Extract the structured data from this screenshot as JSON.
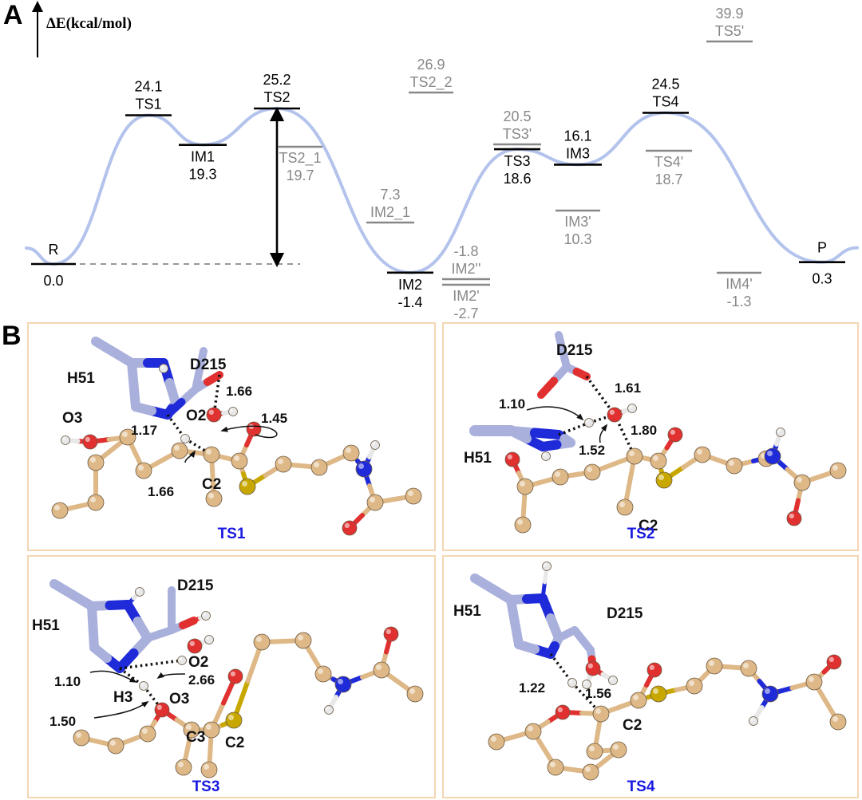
{
  "panel_a": {
    "letter": "A",
    "axis_label": "ΔE(kcal/mol)",
    "colors": {
      "main_path": "#b3c3ec",
      "main_level": "#000000",
      "alt_level": "#888888"
    },
    "main_levels": [
      {
        "id": "R",
        "name": "R",
        "energy": "0.0"
      },
      {
        "id": "TS1",
        "name": "TS1",
        "energy": "24.1"
      },
      {
        "id": "IM1",
        "name": "IM1",
        "energy": "19.3"
      },
      {
        "id": "TS2",
        "name": "TS2",
        "energy": "25.2"
      },
      {
        "id": "IM2",
        "name": "IM2",
        "energy": "-1.4"
      },
      {
        "id": "TS3",
        "name": "TS3",
        "energy": "18.6"
      },
      {
        "id": "IM3",
        "name": "IM3",
        "energy": "16.1"
      },
      {
        "id": "TS4",
        "name": "TS4",
        "energy": "24.5"
      },
      {
        "id": "P",
        "name": "P",
        "energy": "0.3"
      }
    ],
    "alt_levels": [
      {
        "id": "TS2_1",
        "name": "TS2_1",
        "energy": "19.7"
      },
      {
        "id": "TS2_2",
        "name": "TS2_2",
        "energy": "26.9"
      },
      {
        "id": "IM2_1",
        "name": "IM2_1",
        "energy": "7.3"
      },
      {
        "id": "IM2pp",
        "name": "IM2''",
        "energy": "-1.8"
      },
      {
        "id": "IM2p",
        "name": "IM2'",
        "energy": "-2.7"
      },
      {
        "id": "TS3p",
        "name": "TS3'",
        "energy": "20.5"
      },
      {
        "id": "IM3p",
        "name": "IM3'",
        "energy": "10.3"
      },
      {
        "id": "TS4p",
        "name": "TS4'",
        "energy": "18.7"
      },
      {
        "id": "IM4p",
        "name": "IM4'",
        "energy": "-1.3"
      },
      {
        "id": "TS5p",
        "name": "TS5'",
        "energy": "39.9"
      }
    ]
  },
  "panel_b": {
    "letter": "B",
    "colors": {
      "carbon": "#deb887",
      "nitrogen": "#1f2ad8",
      "oxygen": "#e03030",
      "sulfur": "#c8a800",
      "hydrogen": "#e8e8e8",
      "residue": "#aab0dc",
      "box": "#f5d6b3",
      "title": "#1a1ae0"
    },
    "structures": [
      {
        "id": "TS1",
        "title": "TS1",
        "labels": [
          "H51",
          "D215",
          "O3",
          "O2",
          "C2"
        ],
        "distances": [
          "1.66",
          "1.45",
          "1.17",
          "1.66"
        ]
      },
      {
        "id": "TS2",
        "title": "TS2",
        "labels": [
          "D215",
          "H51",
          "C2"
        ],
        "distances": [
          "1.61",
          "1.10",
          "1.80",
          "1.52"
        ]
      },
      {
        "id": "TS3",
        "title": "TS3",
        "labels": [
          "H51",
          "D215",
          "O2",
          "H3",
          "O3",
          "C3",
          "C2"
        ],
        "distances": [
          "1.10",
          "2.66",
          "1.50"
        ]
      },
      {
        "id": "TS4",
        "title": "TS4",
        "labels": [
          "H51",
          "D215",
          "C2"
        ],
        "distances": [
          "1.22",
          "1.56"
        ]
      }
    ]
  }
}
